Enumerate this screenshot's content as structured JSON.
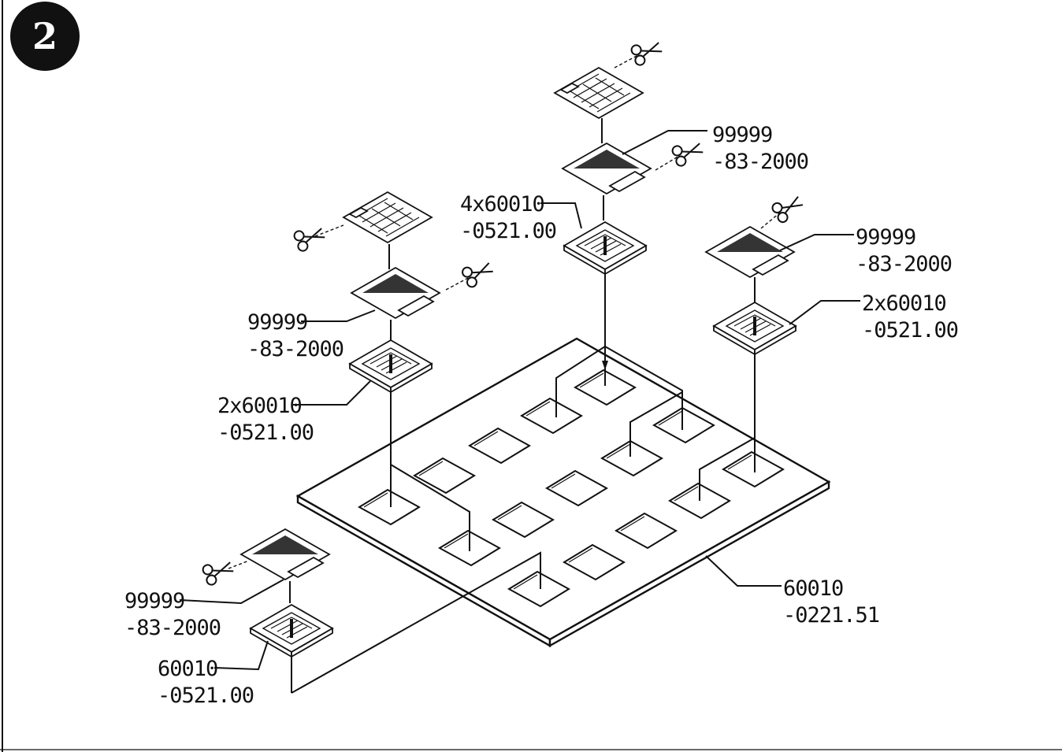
{
  "step": {
    "number": "2"
  },
  "parts": {
    "film": {
      "number": "99999",
      "code": "-83-2000"
    },
    "plate": {
      "number": "60010",
      "code": "-0221.51"
    },
    "center_module": {
      "qty_number": "4x60010",
      "code": "-0521.00"
    },
    "right_module": {
      "qty_number": "2x60010",
      "code": "-0521.00"
    },
    "left_module": {
      "qty_number": "2x60010",
      "code": "-0521.00"
    },
    "front_module": {
      "number": "60010",
      "code": "-0521.00"
    }
  },
  "icons": [
    "scissors-icon"
  ]
}
